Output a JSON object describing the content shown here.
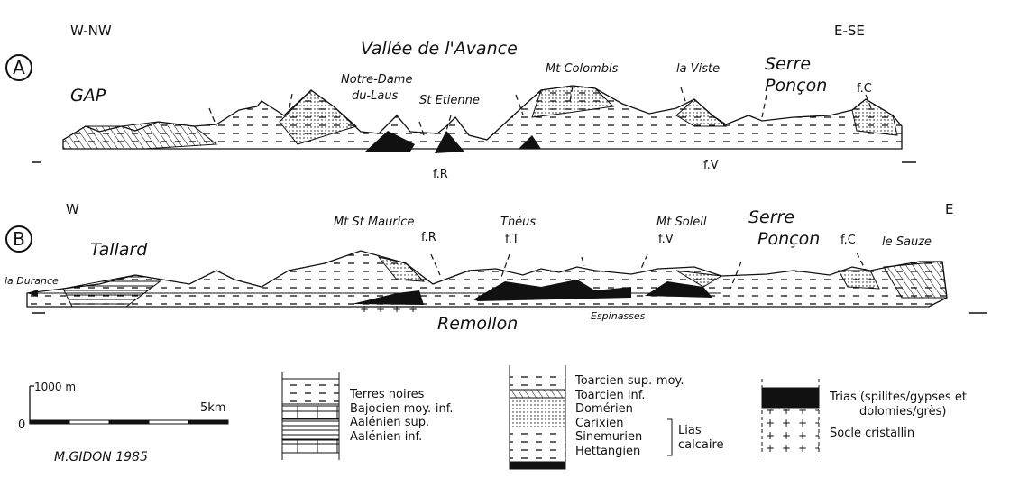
{
  "section_a": {
    "label": "A",
    "west": "W-NW",
    "east": "E-SE",
    "title": "Vallée de l'Avance",
    "places": [
      "GAP",
      "Notre-Dame",
      "du-Laus",
      "St Etienne",
      "Mt Colombis",
      "la Viste",
      "Serre",
      "Ponçon"
    ],
    "faults": [
      "f.R",
      "f.V",
      "f.C"
    ]
  },
  "section_b": {
    "label": "B",
    "west": "W",
    "east": "E",
    "places": [
      "Tallard",
      "la Durance",
      "Mt St Maurice",
      "Théus",
      "Mt Soleil",
      "Serre",
      "Ponçon",
      "le Sauze",
      "Remollon",
      "Espinasses"
    ],
    "faults": [
      "f.R",
      "f.T",
      "f.V",
      "f.C"
    ]
  },
  "scale": {
    "vertical": "1000 m",
    "horizontal": "5km",
    "zero": "0"
  },
  "author": "M.GIDON 1985",
  "legend": {
    "group1": [
      "Terres noires",
      "Bajocien moy.-inf.",
      "Aalénien sup.",
      "Aalénien inf."
    ],
    "group2": [
      "Toarcien sup.-moy.",
      "Toarcien inf.",
      "Domérien",
      "Carixien",
      "Sinemurien",
      "Hettangien"
    ],
    "group2_bracket": "Lias\ncalcaire",
    "group3": [
      "Trias (spilites/gypses et\n        dolomies/grès)",
      "Socle cristallin"
    ]
  }
}
